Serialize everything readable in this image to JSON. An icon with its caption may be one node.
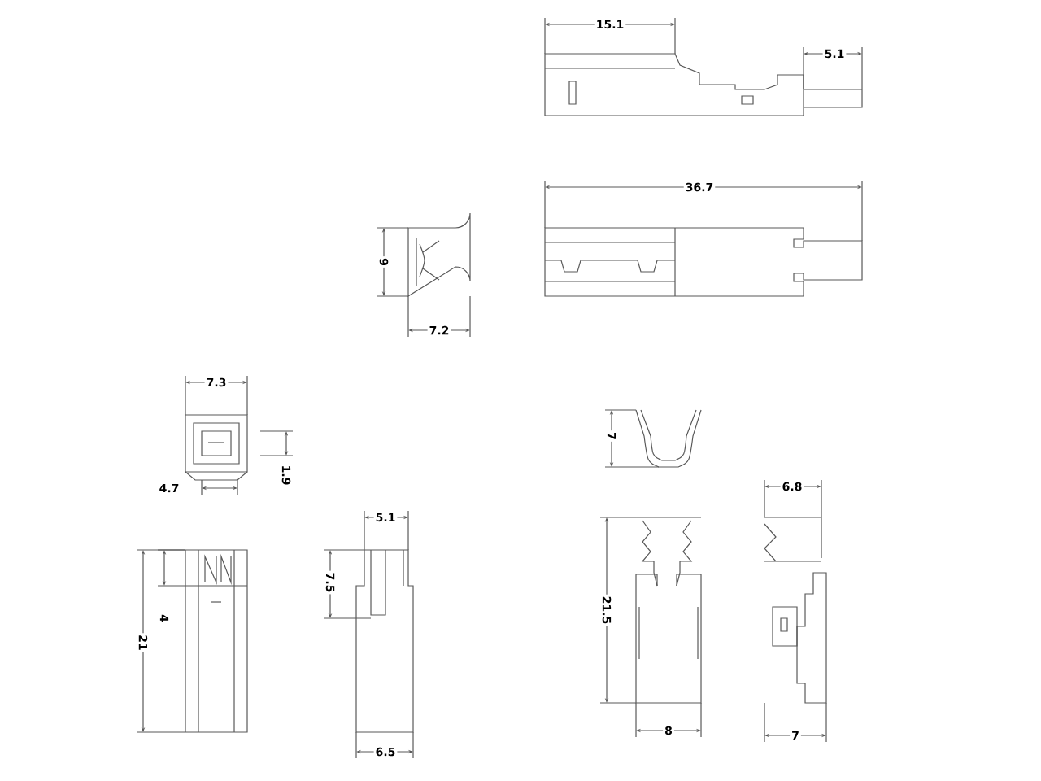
{
  "diagram": {
    "labels": [
      "15.1",
      "5.1",
      "36.7",
      "9",
      "7.2",
      "7.3",
      "1.9",
      "4.7",
      "5.1",
      "7.5",
      "4",
      "21",
      "6.5",
      "7",
      "6.8",
      "21.5",
      "8",
      "7"
    ]
  }
}
